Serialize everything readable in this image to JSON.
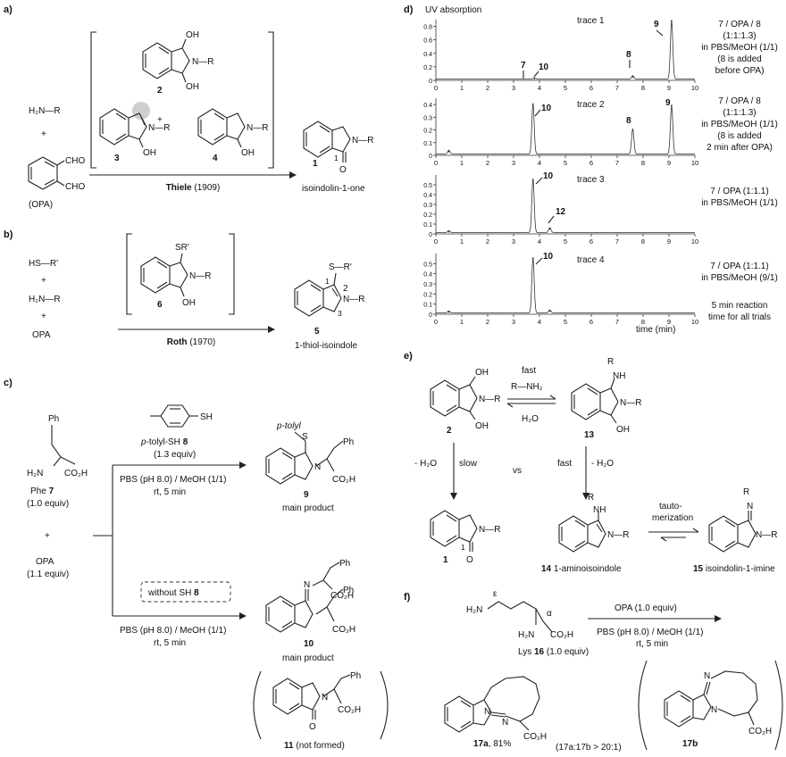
{
  "panels": {
    "a": {
      "label": "a)",
      "reagent_amine": "H₂N—R",
      "plus": "+",
      "cho_top": "CHO",
      "cho_bottom": "CHO",
      "opa_label": "(OPA)",
      "arrow_label_bold": "Thiele",
      "arrow_label_year": "(1909)",
      "struct2": {
        "num": "2",
        "oh_top": "OH",
        "oh_bottom": "OH",
        "r": "N—R"
      },
      "struct3": {
        "num": "3",
        "oh": "OH",
        "r": "N—R",
        "charge": "+"
      },
      "struct4": {
        "num": "4",
        "oh": "OH",
        "r": "N—R"
      },
      "product": {
        "num": "1",
        "name": "isoindolin-1-one",
        "r": "N—R",
        "o": "O",
        "pos": "1"
      }
    },
    "b": {
      "label": "b)",
      "thiol": "HS—R'",
      "amine": "H₂N—R",
      "plus": "+",
      "opa": "OPA",
      "arrow_label_bold": "Roth",
      "arrow_label_year": "(1970)",
      "struct6": {
        "num": "6",
        "sr": "SR'",
        "oh": "OH",
        "r": "N—R"
      },
      "product": {
        "num": "5",
        "name": "1-thiol-isoindole",
        "s": "S—R'",
        "r": "N—R",
        "p1": "1",
        "p2": "2",
        "p3": "3"
      }
    },
    "c": {
      "label": "c)",
      "phe_side": "Ph",
      "h2n": "H₂N",
      "co2h": "CO₂H",
      "phe_name": "Phe",
      "phe_num": "7",
      "phe_equiv": "(1.0 equiv)",
      "plus": "+",
      "opa": "OPA",
      "opa_equiv": "(1.1 equiv)",
      "thiol_sh": "SH",
      "thiol_name_italic": "p",
      "thiol_name": "-tolyl-SH",
      "thiol_num": "8",
      "thiol_equiv": "(1.3 equiv)",
      "cond1": "PBS (pH 8.0) / MeOH (1/1)",
      "cond2": "rt, 5 min",
      "without_box_prefix": "without SH",
      "without_box_num": "8",
      "prod9": {
        "num": "9",
        "ptolyl": "p-tolyl",
        "s": "S",
        "ph": "Ph",
        "co2h": "CO₂H",
        "r": "N",
        "caption": "main product"
      },
      "prod10": {
        "num": "10",
        "n": "N",
        "ph1": "Ph",
        "ph2": "Ph",
        "co2h1": "CO₂H",
        "co2h2": "CO₂H",
        "caption": "main product"
      },
      "prod11": {
        "num": "11",
        "note": "(not formed)",
        "ph": "Ph",
        "co2h": "CO₂H",
        "o": "O",
        "n": "N"
      }
    },
    "d": {
      "label": "d)",
      "ylabel": "UV absorption",
      "xlabel": "time (min)",
      "footnote_1": "5 min reaction",
      "footnote_2": "time for all trials",
      "traces": [
        {
          "name": "trace 1",
          "cond": [
            "7 / OPA / 8",
            "(1:1:1.3)",
            "in PBS/MeOH (1/1)",
            "(8 is added",
            "before OPA)"
          ]
        },
        {
          "name": "trace 2",
          "cond": [
            "7 / OPA / 8",
            "(1:1:1.3)",
            "in PBS/MeOH (1/1)",
            "(8 is added",
            "2 min after OPA)"
          ]
        },
        {
          "name": "trace 3",
          "cond": [
            "7 / OPA (1:1.1)",
            "in PBS/MeOH (1/1)"
          ]
        },
        {
          "name": "trace 4",
          "cond": [
            "7 / OPA (1:1.1)",
            "in PBS/MeOH (9/1)"
          ]
        }
      ],
      "peak_labels": {
        "t1": [
          "7",
          "10",
          "8",
          "9"
        ],
        "t2": [
          "10",
          "8",
          "9"
        ],
        "t3": [
          "10",
          "12"
        ],
        "t4": [
          "10"
        ]
      }
    },
    "e": {
      "label": "e)",
      "fast": "fast",
      "reagent": "R—NH₂",
      "water": "H₂O",
      "minus_water": "- H₂O",
      "slow": "slow",
      "vs": "vs",
      "tauto1": "tauto-",
      "tauto2": "merization",
      "s2": {
        "num": "2",
        "oh_top": "OH",
        "oh_bottom": "OH",
        "r": "N—R"
      },
      "s13": {
        "num": "13",
        "r": "R",
        "nh": "NH",
        "oh": "OH",
        "nr": "N—R"
      },
      "s1": {
        "num": "1",
        "r": "N—R",
        "o": "O",
        "pos": "1"
      },
      "s14": {
        "num": "14",
        "name": "1-aminoisoindole",
        "r": "R",
        "nh": "NH",
        "nr": "N—R"
      },
      "s15": {
        "num": "15",
        "name": "isoindolin-1-imine",
        "r": "R",
        "n": "N",
        "nr": "N—R"
      }
    },
    "f": {
      "label": "f)",
      "eps": "ε",
      "alpha": "α",
      "h2n_eps": "H₂N",
      "h2n_alpha": "H₂N",
      "co2h": "CO₂H",
      "lys": "Lys",
      "lys_num": "16",
      "lys_equiv": "(1.0 equiv)",
      "opa_cond": "OPA (1.0 equiv)",
      "cond1": "PBS (pH 8.0) / MeOH (1/1)",
      "cond2": "rt, 5 min",
      "p17a_num": "17a",
      "p17a_yield": ", 81%",
      "ratio": "(17a:17b > 20:1)",
      "p17b_num": "17b",
      "n1": "N",
      "n2": "N",
      "co2h_a": "CO₂H",
      "co2h_b": "CO₂H"
    }
  },
  "chart_data": {
    "type": "line",
    "title": "",
    "xlabel": "time (min)",
    "ylabel": "UV absorption",
    "xlim": [
      0,
      10
    ],
    "x_ticks": [
      0,
      1,
      2,
      3,
      4,
      5,
      6,
      7,
      8,
      9,
      10
    ],
    "series": [
      {
        "name": "trace 1",
        "ylim": [
          0,
          0.9
        ],
        "y_ticks": [
          0,
          0.2,
          0.4,
          0.6,
          0.8
        ],
        "peaks": [
          {
            "x": 3.8,
            "y": 0.02,
            "label": "10"
          },
          {
            "x": 7.6,
            "y": 0.05,
            "label": "8"
          },
          {
            "x": 9.1,
            "y": 0.88,
            "label": "9"
          }
        ]
      },
      {
        "name": "trace 2",
        "ylim": [
          0,
          0.45
        ],
        "y_ticks": [
          0,
          0.1,
          0.2,
          0.3,
          0.4
        ],
        "peaks": [
          {
            "x": 0.5,
            "y": 0.03,
            "label": ""
          },
          {
            "x": 3.75,
            "y": 0.4,
            "label": "10"
          },
          {
            "x": 7.6,
            "y": 0.2,
            "label": "8"
          },
          {
            "x": 9.1,
            "y": 0.39,
            "label": "9"
          }
        ]
      },
      {
        "name": "trace 3",
        "ylim": [
          0,
          0.6
        ],
        "y_ticks": [
          0,
          0.1,
          0.2,
          0.3,
          0.4,
          0.5
        ],
        "peaks": [
          {
            "x": 0.5,
            "y": 0.02,
            "label": ""
          },
          {
            "x": 3.75,
            "y": 0.55,
            "label": "10"
          },
          {
            "x": 4.4,
            "y": 0.05,
            "label": "12"
          }
        ]
      },
      {
        "name": "trace 4",
        "ylim": [
          0,
          0.6
        ],
        "y_ticks": [
          0,
          0.1,
          0.2,
          0.3,
          0.4,
          0.5
        ],
        "peaks": [
          {
            "x": 0.5,
            "y": 0.02,
            "label": ""
          },
          {
            "x": 3.75,
            "y": 0.55,
            "label": "10"
          },
          {
            "x": 4.4,
            "y": 0.03,
            "label": ""
          }
        ]
      }
    ]
  }
}
